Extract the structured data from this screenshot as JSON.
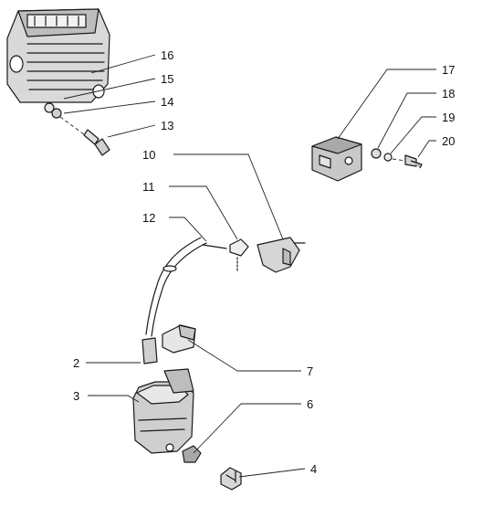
{
  "callouts": {
    "c2": "2",
    "c3": "3",
    "c4": "4",
    "c6": "6",
    "c7": "7",
    "c10": "10",
    "c11": "11",
    "c12": "12",
    "c13": "13",
    "c14": "14",
    "c15": "15",
    "c16": "16",
    "c17": "17",
    "c18": "18",
    "c19": "19",
    "c20": "20"
  }
}
